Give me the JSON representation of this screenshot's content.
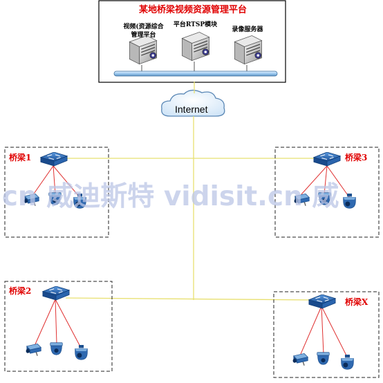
{
  "platform": {
    "title": "某地桥梁视频资源管理平台",
    "servers": [
      {
        "label_line1": "视频(资源综合",
        "label_line2": "管理平台",
        "icon": "server-icon"
      },
      {
        "label_line1": "平台RTSP模块",
        "label_line2": "",
        "icon": "server-icon"
      },
      {
        "label_line1": "录像服务器",
        "label_line2": "",
        "icon": "server-icon"
      }
    ]
  },
  "network": {
    "cloud_label": "Internet"
  },
  "bridges": [
    {
      "label": "桥梁1"
    },
    {
      "label": "桥梁3"
    },
    {
      "label": "桥梁2"
    },
    {
      "label": "桥梁X"
    }
  ],
  "watermark": ".cn 威迪斯特 vidisit.cn 威",
  "colors": {
    "title": "#e00000",
    "link": "#e8e070",
    "camera_link": "#e03030",
    "device": "#1f5fa8"
  }
}
